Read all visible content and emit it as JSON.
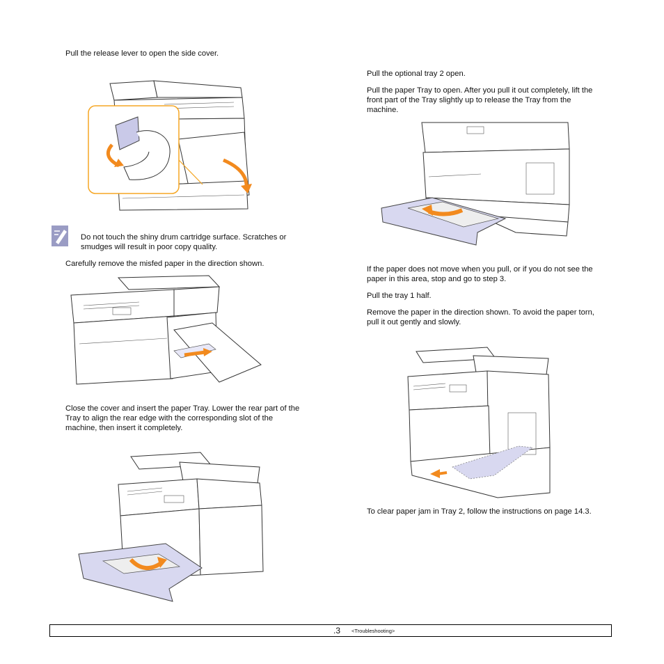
{
  "left_column": {
    "step_release_lever": "Pull the release lever to open the side cover.",
    "note_text_line1": "Do not touch the shiny drum cartridge surface. Scratches or",
    "note_text_line2": "smudges will result in poor copy quality.",
    "step_remove_paper": "Carefully remove the misfed paper in the direction shown.",
    "step_close_line1": "Close the cover and insert the paper Tray. Lower the rear part of the",
    "step_close_line2": "Tray to align the rear edge with the corresponding slot of the",
    "step_close_line3": "machine, then insert it completely."
  },
  "right_column": {
    "step_optional_tray": "Pull the optional tray 2 open.",
    "step_pull_tray_line1": "Pull the paper Tray to open. After you pull it out completely, lift the",
    "step_pull_tray_line2": "front part of the Tray slightly up to release the Tray from the",
    "step_pull_tray_line3": "machine.",
    "step_no_move_line1": "If the paper does not move when you pull, or if you do not see the",
    "step_no_move_line2": "paper in this area, stop and go to step 3.",
    "step_tray1_half": "Pull the tray 1 half.",
    "step_remove_dir_line1": "Remove the paper in the direction shown. To avoid the paper torn,",
    "step_remove_dir_line2": "pull it out gently and slowly.",
    "step_clear_tray2": "To clear paper jam in Tray 2, follow the instructions on page 14.3."
  },
  "footer": {
    "page_number": ".3",
    "section": "<Troubleshooting>"
  },
  "colors": {
    "arrow_orange": "#f28a1e",
    "highlight_border": "#f5a623",
    "tray_lavender": "#d8d8f0",
    "note_icon": "#9a9cc4"
  },
  "icons": [
    "note-icon",
    "orange-arrow-icon"
  ]
}
